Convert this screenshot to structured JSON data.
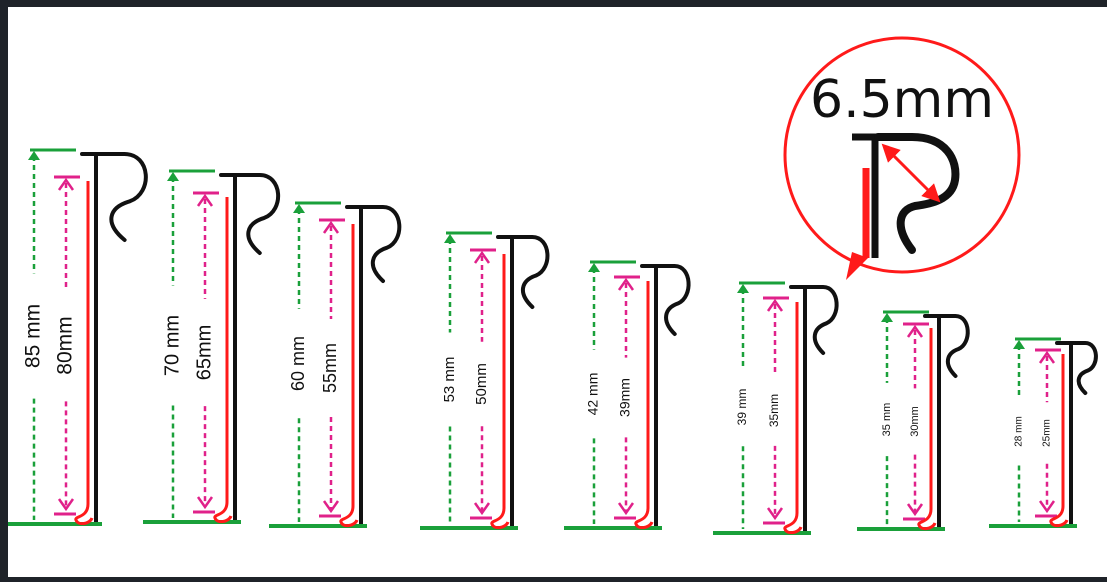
{
  "colors": {
    "outer_height": "#1aa03a",
    "inner_height": "#e0218a",
    "strip_red": "#ff1a1a",
    "hook_black": "#111111",
    "zoom_circle": "#ff1a1a",
    "background": "#ffffff",
    "frame": "#1f2329"
  },
  "zoom": {
    "label": "6.5mm",
    "hook_icon": "hook-profile"
  },
  "profiles": [
    {
      "outer_label": "85 mm",
      "inner_label": "80mm"
    },
    {
      "outer_label": "70 mm",
      "inner_label": "65mm"
    },
    {
      "outer_label": "60 mm",
      "inner_label": "55mm"
    },
    {
      "outer_label": "53 mm",
      "inner_label": "50mm"
    },
    {
      "outer_label": "42 mm",
      "inner_label": "39mm"
    },
    {
      "outer_label": "39 mm",
      "inner_label": "35mm"
    },
    {
      "outer_label": "35 mm",
      "inner_label": "30mm"
    },
    {
      "outer_label": "28 mm",
      "inner_label": "25mm"
    }
  ]
}
